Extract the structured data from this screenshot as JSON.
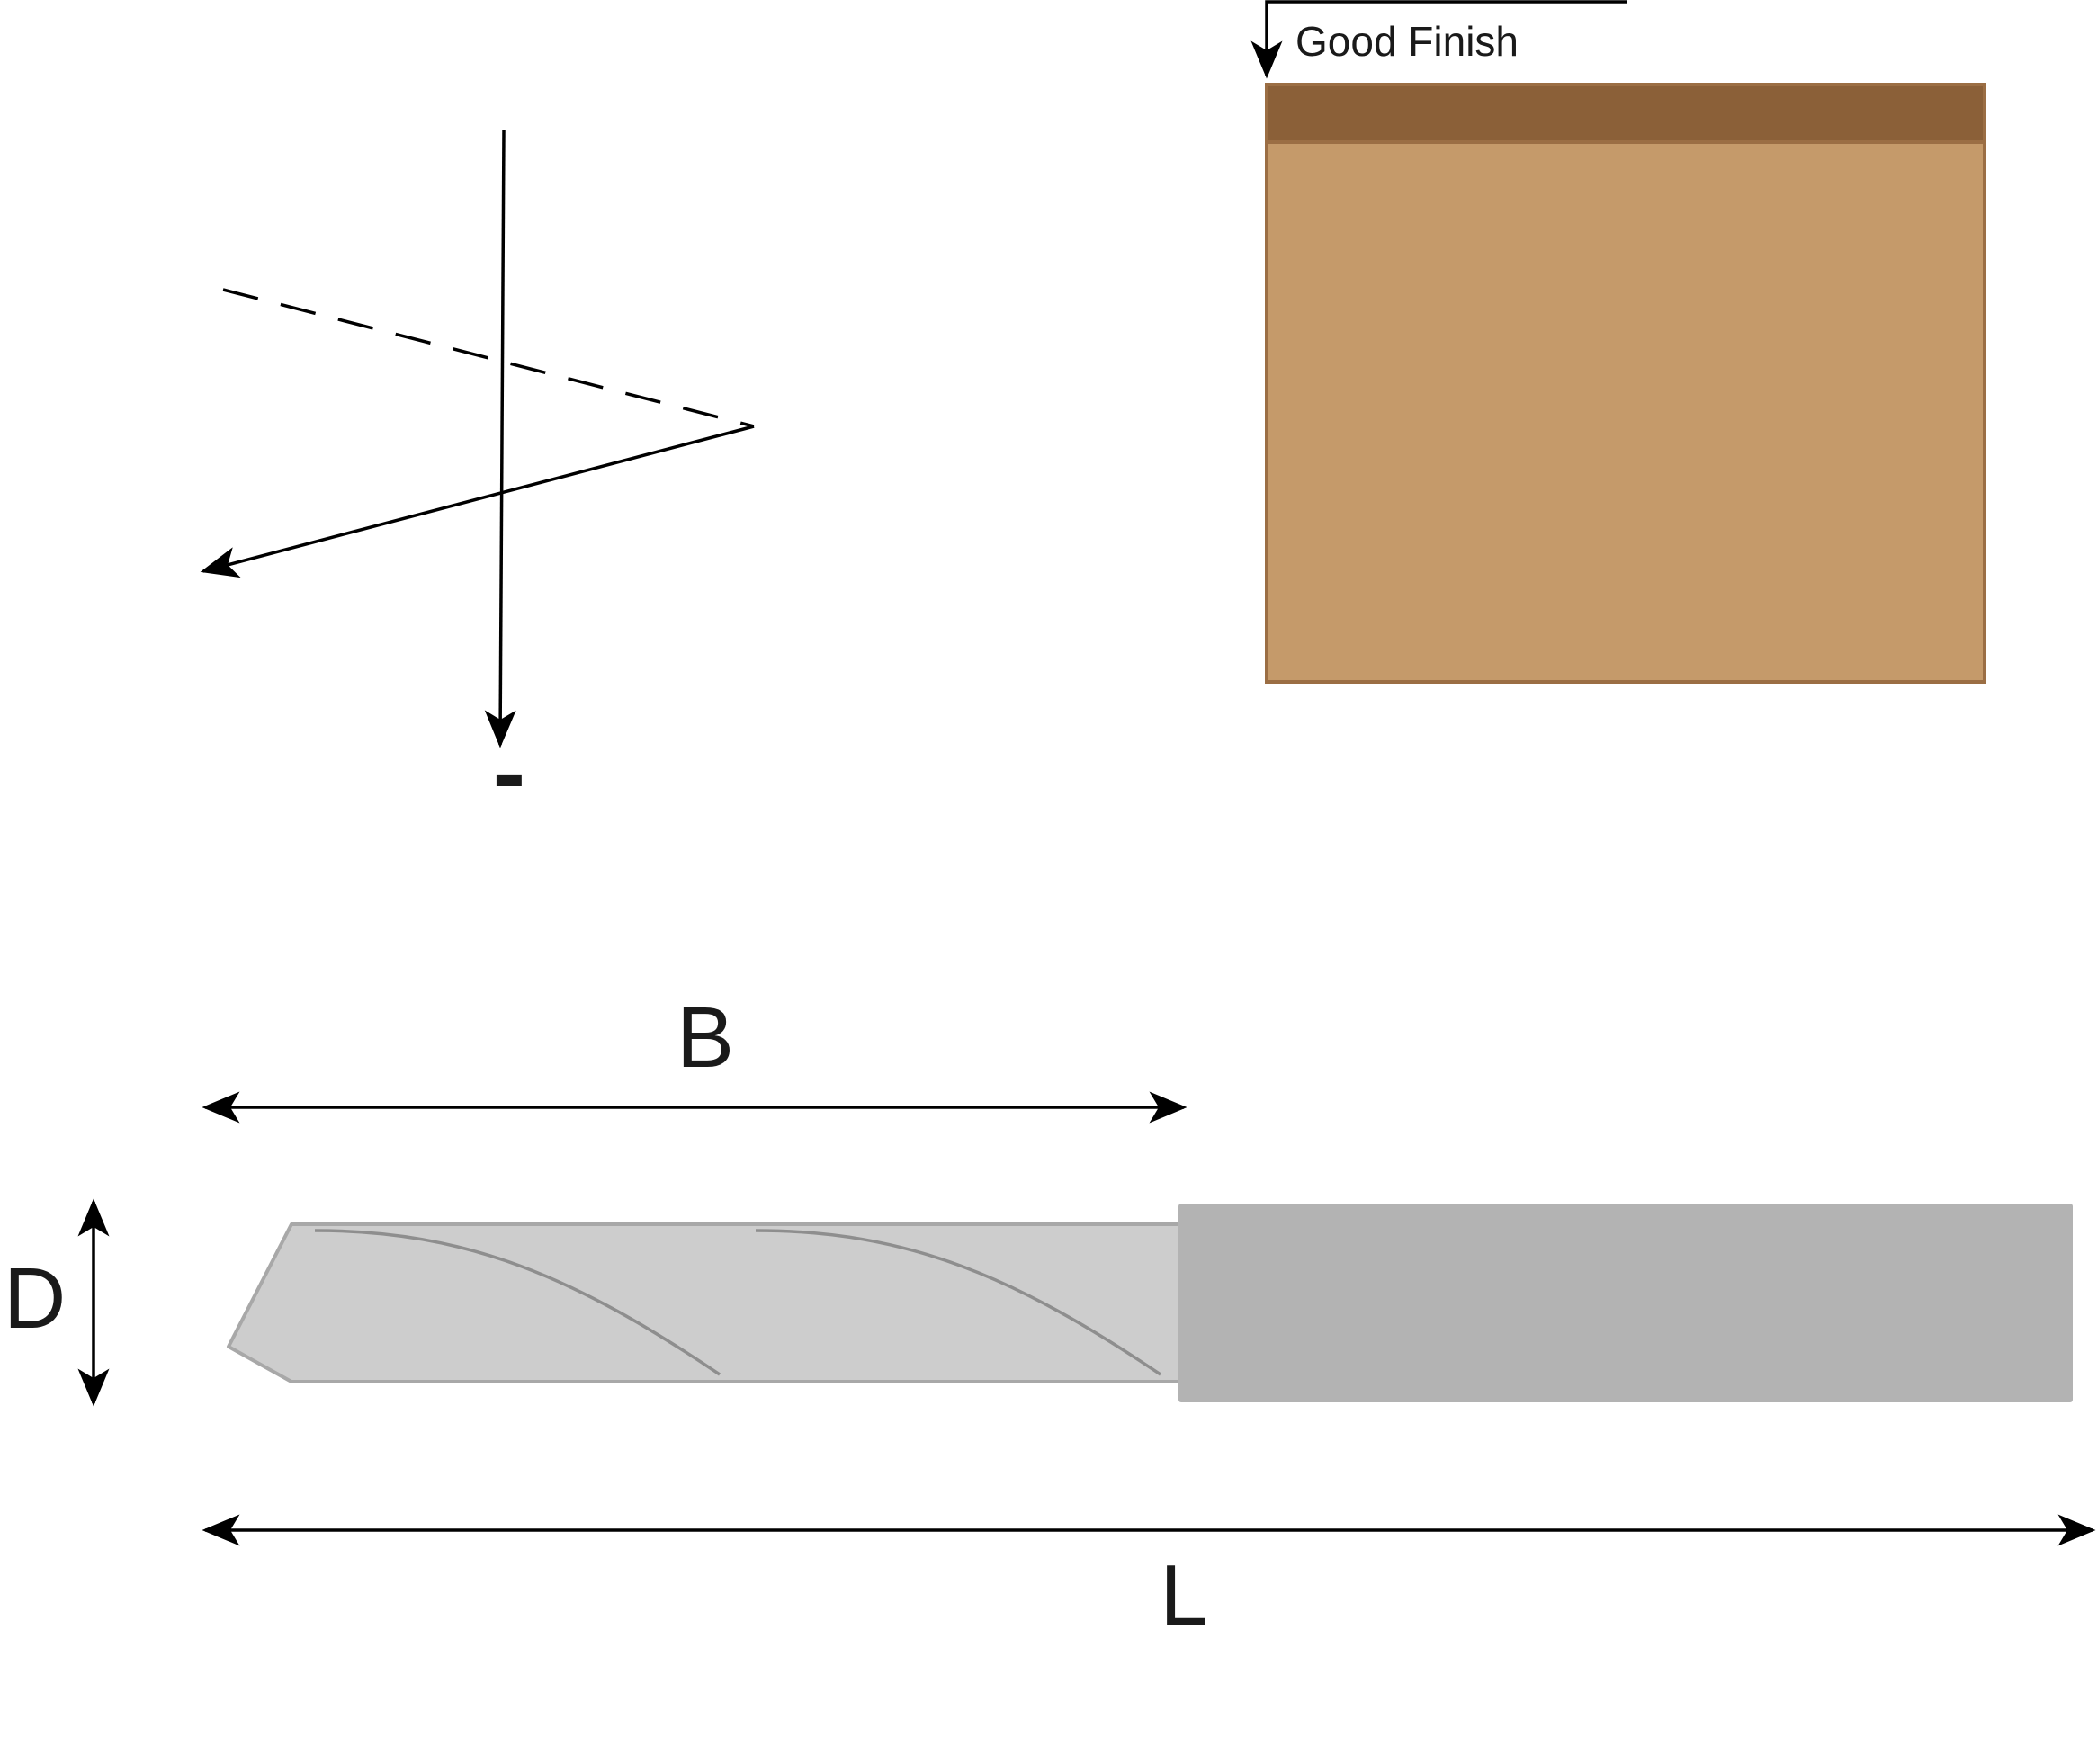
{
  "force_diagram": {
    "sign": "-"
  },
  "workpiece": {
    "finish_label": "Good Finish",
    "colors": {
      "top_layer": "#8B6038",
      "body": "#C59A6A",
      "outline": "#9B6E44"
    }
  },
  "router_bit": {
    "length_label": "B",
    "diameter_label": "D",
    "overall_label": "L",
    "colors": {
      "cutting_part": "#CDCDCD",
      "cutting_outline": "#A8A8A8",
      "flute_line": "#8E8E8E",
      "shank": "#B3B3B3"
    }
  }
}
